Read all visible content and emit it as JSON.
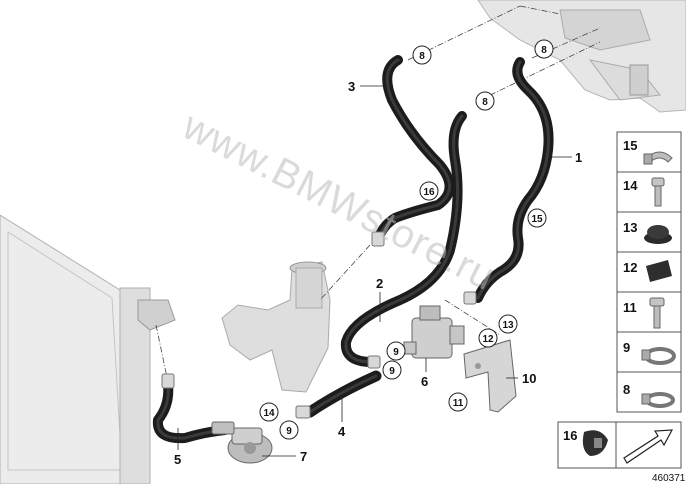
{
  "watermark": "www.BMWstore.ru",
  "diagram_number": "460371",
  "callouts": {
    "c1": "1",
    "c2": "2",
    "c3": "3",
    "c4": "4",
    "c5": "5",
    "c6": "6",
    "c7": "7",
    "c10": "10"
  },
  "circled": {
    "a": "8",
    "b": "8",
    "c": "8",
    "d": "16",
    "e": "15",
    "f": "9",
    "g": "9",
    "h": "9",
    "i": "14",
    "j": "11",
    "k": "12",
    "l": "13"
  },
  "parts_panel": [
    "15",
    "14",
    "13",
    "12",
    "11",
    "9",
    "8"
  ],
  "bottom_panel": "16",
  "colors": {
    "hose": "#1c1c1c",
    "part_gray": "#c9c9c9",
    "panel_border": "#555555",
    "watermark": "#bdbdbd"
  }
}
